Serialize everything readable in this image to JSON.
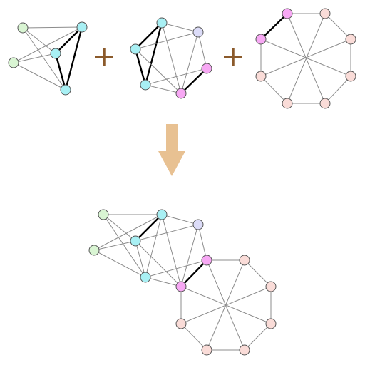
{
  "colors": {
    "green": "#d9f5d3",
    "cyan": "#a8f0f4",
    "lavender": "#dcdcf8",
    "magenta": "#f7a8f4",
    "pink": "#fadcd8",
    "plus": "#8b5a2b",
    "arrow": "#e8c192"
  },
  "components": [
    {
      "id": "left-graph",
      "plus_after": true
    },
    {
      "id": "middle-graph",
      "plus_after": true
    },
    {
      "id": "right-graph",
      "plus_after": false
    }
  ],
  "result": {
    "id": "merged-graph"
  }
}
